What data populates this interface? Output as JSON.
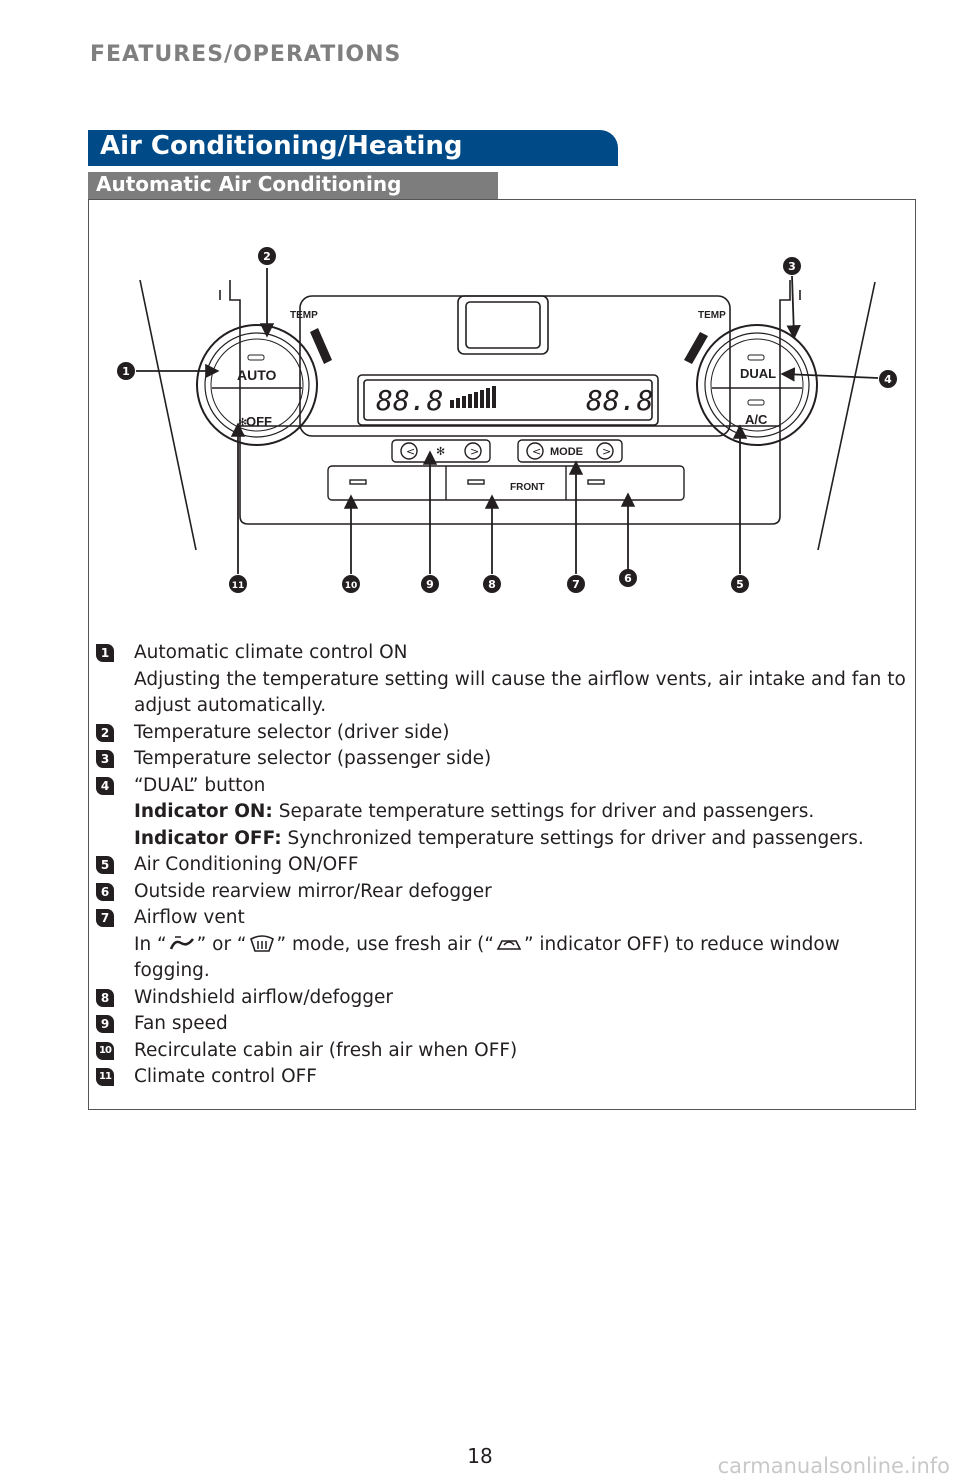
{
  "header": {
    "section": "FEATURES/OPERATIONS",
    "title": "Air Conditioning/Heating",
    "subtitle": "Automatic Air Conditioning"
  },
  "panel": {
    "temp_left": "TEMP",
    "temp_right": "TEMP",
    "auto_label": "AUTO",
    "off_label": "OFF",
    "dual_label": "DUAL",
    "ac_label": "A/C",
    "display_left": "88.8",
    "display_right": "88.8",
    "mode_label": "MODE",
    "front_label": "FRONT",
    "fan_left": "<",
    "fan_right": ">",
    "mode_left": "<",
    "mode_right": ">"
  },
  "markers": [
    "1",
    "2",
    "3",
    "4",
    "5",
    "6",
    "7",
    "8",
    "9",
    "10",
    "11"
  ],
  "items": [
    {
      "num": "1",
      "lines": [
        "Automatic climate control ON",
        "Adjusting the temperature setting will cause the airflow vents, air intake and fan to adjust automatically."
      ]
    },
    {
      "num": "2",
      "lines": [
        "Temperature selector (driver side)"
      ]
    },
    {
      "num": "3",
      "lines": [
        "Temperature selector (passenger side)"
      ]
    },
    {
      "num": "4",
      "title": "“DUAL” button",
      "on_label": "Indicator ON:",
      "on_text": "Separate temperature settings for driver and passengers.",
      "off_label": "Indicator OFF:",
      "off_text": "Synchronized temperature settings for driver and passengers."
    },
    {
      "num": "5",
      "lines": [
        "Air Conditioning ON/OFF"
      ]
    },
    {
      "num": "6",
      "lines": [
        "Outside rearview mirror/Rear defogger"
      ]
    },
    {
      "num": "7",
      "title": "Airflow vent",
      "p1": "In “",
      "p2": "” or “",
      "p3": "” mode, use fresh air (“",
      "p4": "” indicator OFF) to reduce window fogging."
    },
    {
      "num": "8",
      "lines": [
        "Windshield airflow/defogger"
      ]
    },
    {
      "num": "9",
      "lines": [
        "Fan speed"
      ]
    },
    {
      "num": "10",
      "lines": [
        "Recirculate cabin air (fresh air when OFF)"
      ]
    },
    {
      "num": "11",
      "lines": [
        "Climate control OFF"
      ]
    }
  ],
  "footer": {
    "page": "18",
    "watermark": "carmanualsonline.info"
  }
}
